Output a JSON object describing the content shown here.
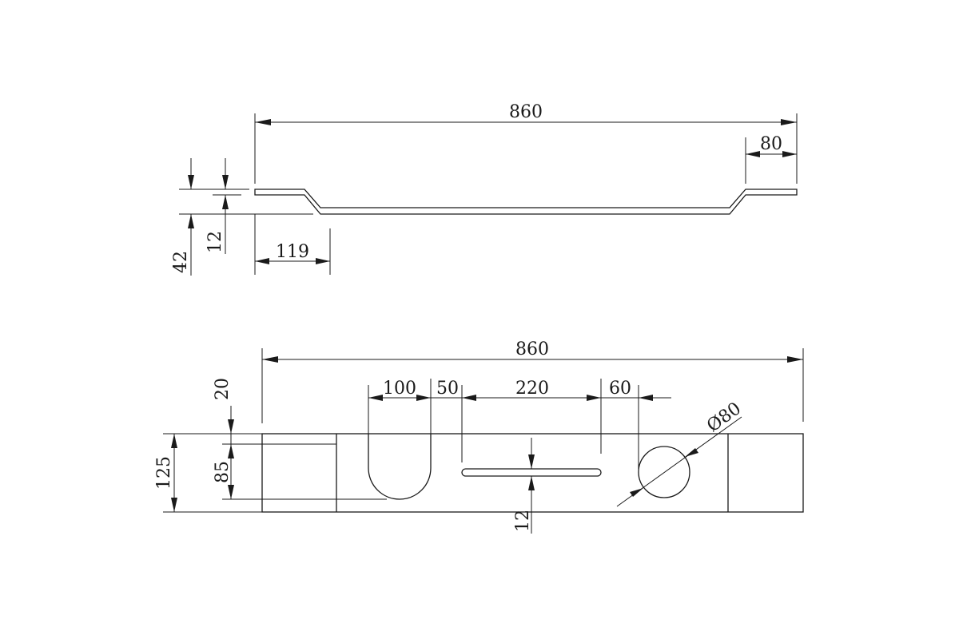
{
  "side_view": {
    "dims": {
      "overall_length": "860",
      "end_flat_length": "80",
      "bend_start": "119",
      "thickness": "12",
      "offset_height": "42"
    }
  },
  "plan_view": {
    "dims": {
      "overall_length": "860",
      "slot_width": "100",
      "gap_to_slot": "50",
      "long_slot_length": "220",
      "gap_to_hole": "60",
      "hole_diameter": "Ø80",
      "top_offset": "20",
      "width": "125",
      "slot_depth": "85",
      "long_slot_width": "12"
    }
  }
}
